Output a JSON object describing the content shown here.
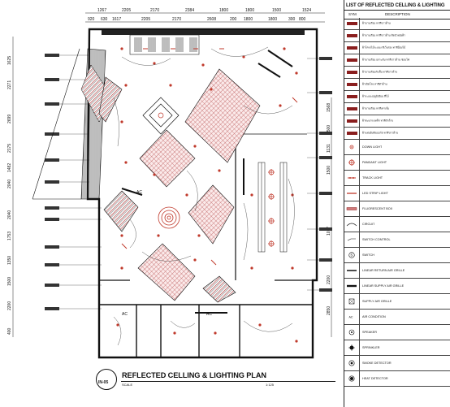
{
  "drawing": {
    "code": "IN-05",
    "title": "REFLECTED CELLING & LIGHTING PLAN",
    "scale_label": "SCALE",
    "scale_value": "1:125"
  },
  "dimensions": {
    "top_row1": [
      "1267",
      "2205",
      "2170",
      "2384",
      "1800",
      "1800",
      "1500",
      "1524"
    ],
    "top_row2": [
      "920",
      "630",
      "1617",
      "2205",
      "2170",
      "2608",
      "200",
      "1800",
      "1800",
      "300",
      "800"
    ],
    "left": [
      "1625",
      "2271",
      "2699",
      "2175",
      "1482",
      "2040",
      "2040",
      "1753",
      "1350",
      "1500",
      "2200",
      "400"
    ],
    "right": [
      "1568",
      "1500",
      "1131",
      "1500",
      "1017",
      "2200",
      "2850"
    ]
  },
  "legend": {
    "title": "LIST OF REFLECTED CELLING & LIGHTING",
    "col_symbol": "SYM",
    "col_description": "DESCRIPTION",
    "rows": [
      {
        "icon": "ceiling-type-code",
        "label": "ฝ้าฉาบเรียบ ทาสีขาวด้าน"
      },
      {
        "icon": "ceiling-type-code",
        "label": "ฝ้าฉาบเรียบ ทาสีขาวด้าน ติดบัวผนังฝ้า"
      },
      {
        "icon": "ceiling-type-code",
        "label": "ฝ้าโครงไม้ระแนง ตีเว้นร่อง ทาสีย้อมไม้"
      },
      {
        "icon": "ceiling-type-code",
        "label": "ฝ้าฉาบเรียบ ยกระดับ ทาสีขาวด้าน ซ่อนไฟ"
      },
      {
        "icon": "ceiling-type-code",
        "label": "ฝ้าฉาบเรียบกันชื้น ทาสีขาวด้าน"
      },
      {
        "icon": "ceiling-type-code",
        "label": "ฝ้าเปิดโล่ง ทาสีดำด้าน"
      },
      {
        "icon": "ceiling-type-code",
        "label": "ฝ้าระแนงอลูมิเนียม สีไม้"
      },
      {
        "icon": "ceiling-type-code",
        "label": "ฝ้าฉาบเรียบ ทาสีเทาเข้ม"
      },
      {
        "icon": "ceiling-type-code",
        "label": "ฝ้าตะแกรงเหล็ก ทาสีดำด้าน"
      },
      {
        "icon": "ceiling-type-code",
        "label": "ฝ้าแผ่นยิปซัมบอร์ด ทาสีขาวด้าน"
      },
      {
        "icon": "down-light-icon",
        "label": "DOWN LIGHT"
      },
      {
        "icon": "pendant-light-icon",
        "label": "PANDANT LIGHT"
      },
      {
        "icon": "track-light-icon",
        "label": "TRACK LIGHT"
      },
      {
        "icon": "led-strip-light-icon",
        "label": "LED STRIP LIGHT"
      },
      {
        "icon": "fluorescent-box-icon",
        "label": "FLUORESCENT BOX"
      },
      {
        "icon": "circuit-icon",
        "label": "CIRCUIT"
      },
      {
        "icon": "switch-control-icon",
        "label": "SWITCH CONTROL"
      },
      {
        "icon": "switch-icon",
        "label": "SWITCH"
      },
      {
        "icon": "linear-return-air-icon",
        "label": "LINEAR RETURN AIR GRILLE"
      },
      {
        "icon": "linear-supply-air-icon",
        "label": "LINEAR SUPPLY AIR GRILLE"
      },
      {
        "icon": "supply-air-grille-icon",
        "label": "SUPPLY AIR GRILLE"
      },
      {
        "icon": "air-condition-icon",
        "label": "AIR CONDITION"
      },
      {
        "icon": "speaker-icon",
        "label": "SPEAKER"
      },
      {
        "icon": "sprinkler-icon",
        "label": "SPRINKLER"
      },
      {
        "icon": "smoke-detector-icon",
        "label": "SMOKE DETECTOR"
      },
      {
        "icon": "heat-detector-icon",
        "label": "HEAT DETECTOR"
      }
    ]
  },
  "colors": {
    "accent_red": "#c0392b",
    "code_tag": "#8a1e1e",
    "hatch": "#b03a3a",
    "line": "#111111"
  },
  "room_labels": [
    "AC",
    "AC",
    "AC"
  ]
}
